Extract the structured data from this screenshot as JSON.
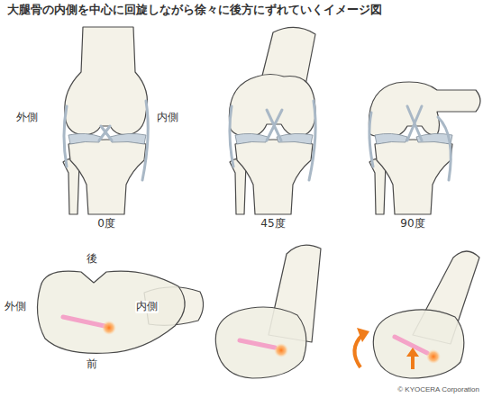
{
  "diagram": {
    "title": "大腿骨の内側を中心に回旋しながら徐々に後方にずれていくイメージ図",
    "labels": [
      "外側",
      "内側",
      "0度",
      "45度",
      "90度",
      "後",
      "外側",
      "内側",
      "前",
      "© KYOCERA Corporation"
    ]
  }
}
